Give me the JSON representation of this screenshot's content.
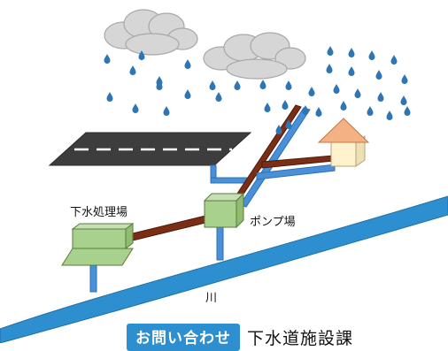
{
  "labels": {
    "treatment_plant": "下水処理場",
    "pump_station": "ポンプ場",
    "river": "川"
  },
  "banner": {
    "chip": "お問い合わせ",
    "department": "下水道施設課"
  },
  "colors": {
    "cloud_fill": "#d6d6d6",
    "cloud_stroke": "#a8a8a8",
    "raindrop": "#2e75b6",
    "river": "#2e8fd0",
    "road": "#3d3d3d",
    "road_line": "#ffffff",
    "building": "#a9d18e",
    "building_stroke": "#5a7a3a",
    "sewer_pipe": "#7a2e16",
    "storm_pipe": "#4a90d9",
    "house_roof": "#f4b183",
    "house_wall": "#fff2cc",
    "chip_bg": "#2e8fd0"
  }
}
